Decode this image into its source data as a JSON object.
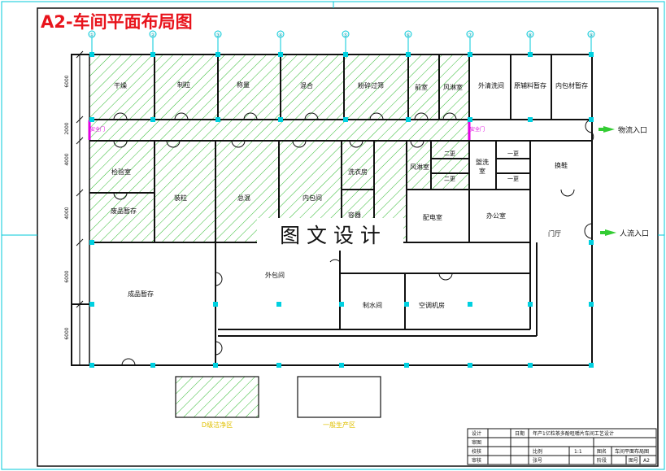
{
  "header": {
    "title": "A2-车间平面布局图"
  },
  "colors": {
    "title": "#e8141c",
    "hatch": "#33bb33",
    "wall": "#111111",
    "cyan": "#00c8d8",
    "magenta": "#e000e0",
    "green_arrow": "#33cc33",
    "yellow_label": "#e0c000"
  },
  "axis_labels": [
    "①",
    "②",
    "③",
    "④",
    "⑤",
    "⑥",
    "⑦",
    "⑧",
    "⑨"
  ],
  "dims_left": [
    "6000",
    "2000",
    "4000",
    "4000",
    "6000",
    "6000"
  ],
  "rooms": {
    "ganzao": "干燥",
    "zhili": "制粒",
    "chengliang": "称量",
    "hunhe": "混合",
    "fensui": "粉碎过筛",
    "qianshi": "前室",
    "fenglin_top": "风淋室",
    "waiqing": "外清洗间",
    "yuanfuliao": "原辅料暂存",
    "neibaocai": "内包材暂存",
    "jianyan": "检验室",
    "feipin": "废品暂存",
    "zhuangli": "装粒",
    "zongchun": "总混",
    "neibao": "内包间",
    "xiyi": "洗衣房",
    "rongqi": "容器",
    "fenglin_mid": "风淋室",
    "er_geng_a": "二更",
    "er_geng_b": "二更",
    "yi_geng_a": "一更",
    "yi_geng_b": "一更",
    "yuxi": "盥洗\n室",
    "huanxie": "换鞋",
    "peidian": "配电室",
    "bangong": "办公室",
    "menting": "门厅",
    "chengpin": "成品暂存",
    "waibao": "外包间",
    "zhishui": "制水间",
    "kongtiao": "空调机房"
  },
  "labels": {
    "anquanmen_l": "安全门",
    "anquanmen_r": "安全门",
    "wuliu": "物流入口",
    "renliu": "人流入口",
    "watermark": "图 文 设 计",
    "legend_hatch": "D级洁净区",
    "legend_plain": "一般生产区"
  },
  "title_block": {
    "r1": [
      "设计",
      "",
      "日期",
      "年产1亿粒茶多酚咀嚼片车间工艺设计"
    ],
    "r2": [
      "审图",
      "",
      "",
      ""
    ],
    "r3": [
      "校核",
      "",
      "比例",
      "1:1",
      "图名",
      "车间平面布局图"
    ],
    "r4": [
      "审核",
      "",
      "张号",
      "",
      "阶段",
      "",
      "图号",
      "A2"
    ]
  }
}
